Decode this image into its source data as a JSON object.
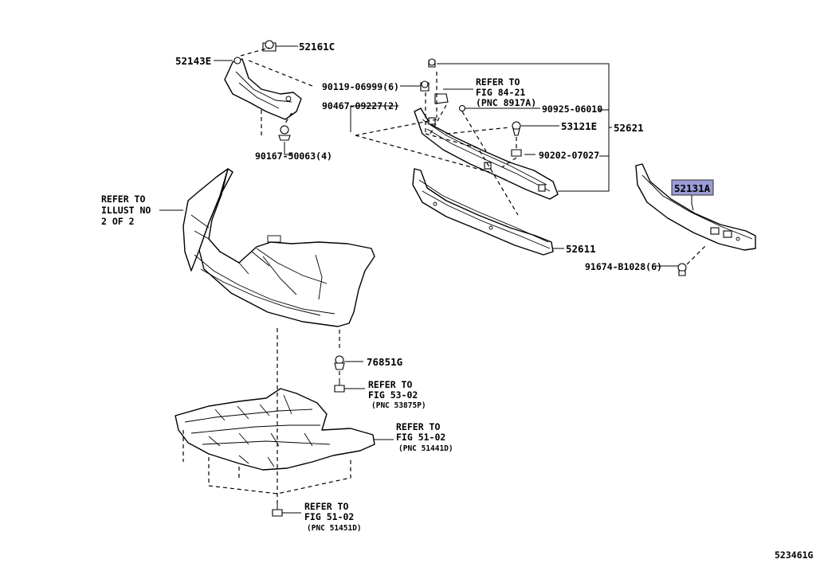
{
  "diagram_code": "523461G",
  "labels": {
    "p52161C": "52161C",
    "p52143E": "52143E",
    "p90119": "90119-06999(6)",
    "p90467": "90467-09227(2)",
    "p90167": "90167-50063(4)",
    "p90925": "90925-06010",
    "p53121E": "53121E",
    "p52621": "52621",
    "p90202": "90202-07027",
    "p52131A": "52131A",
    "p52611": "52611",
    "p91674": "91674-B1028(6)",
    "p76851G": "76851G"
  },
  "refs": {
    "fig84": {
      "l1": "REFER TO",
      "l2": "FIG 84-21",
      "l3": "(PNC 8917A)"
    },
    "illust": {
      "l1": "REFER TO",
      "l2": "ILLUST NO",
      "l3": "2 OF 2"
    },
    "fig53": {
      "l1": "REFER TO",
      "l2": "FIG 53-02",
      "l3": "(PNC 53875P)"
    },
    "fig51a": {
      "l1": "REFER TO",
      "l2": "FIG 51-02",
      "l3": "(PNC 51441D)"
    },
    "fig51b": {
      "l1": "REFER TO",
      "l2": "FIG 51-02",
      "l3": "(PNC 51451D)"
    }
  },
  "highlight_color": "#9b9bd6"
}
